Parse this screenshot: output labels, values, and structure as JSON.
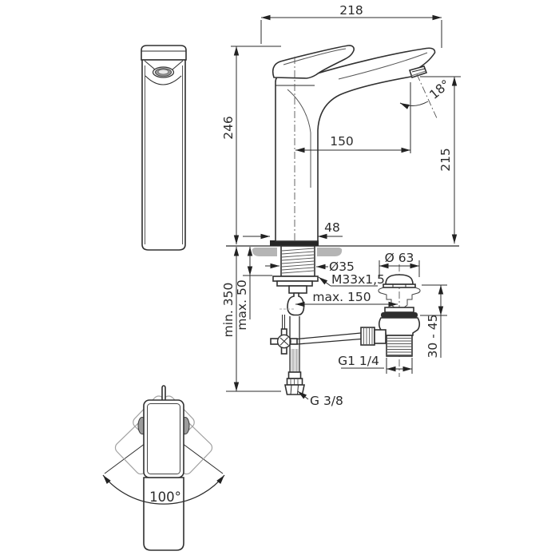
{
  "drawing": {
    "kind": "technical dimension drawing",
    "subject": "tall single-lever basin mixer tap with pop-up waste and supply hose",
    "units": "mm"
  },
  "labels": {
    "overall_width": "218",
    "body_height": "246",
    "spout_reach": "150",
    "outlet_height": "215",
    "outlet_angle": "18°",
    "base_depth": "48",
    "shank_diameter": "Ø35",
    "shank_thread": "M33x1,5",
    "rod_max_distance": "max. 150",
    "min_clearance": "min. 350",
    "max_deck_thickness": "max. 50",
    "waste_cap_diameter": "Ø 63",
    "basin_thickness_range": "30 - 45",
    "waste_outlet_thread": "G1 1/4",
    "supply_hose_thread": "G 3/8",
    "handle_swivel_angle": "100°"
  }
}
